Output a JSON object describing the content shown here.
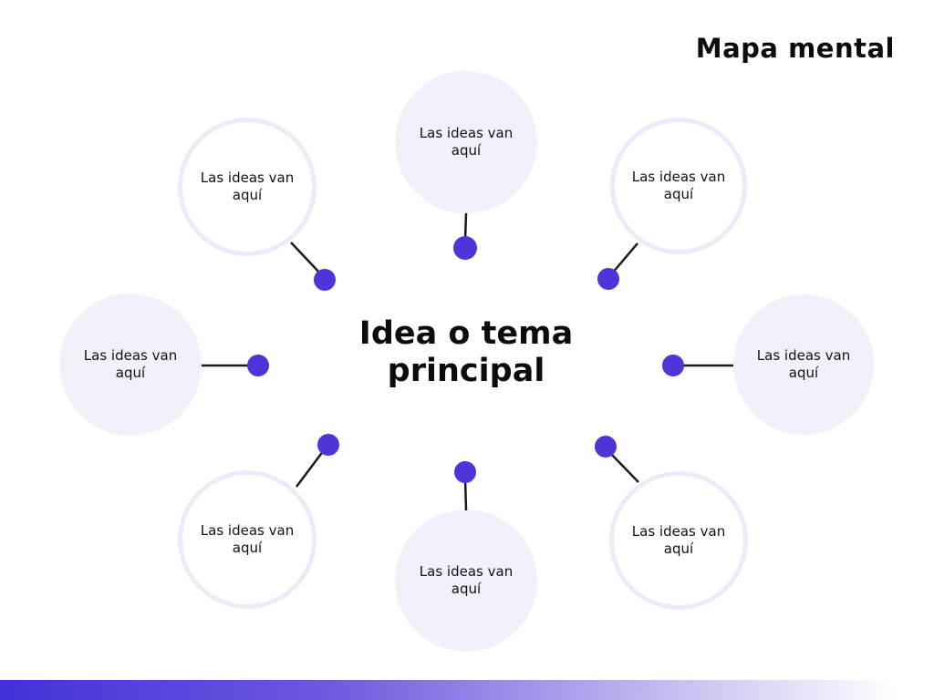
{
  "header": {
    "title": "Mapa mental"
  },
  "center": {
    "title": "Idea o tema principal"
  },
  "nodes": [
    {
      "id": "top",
      "label": "Las ideas van aquí",
      "style": "filled"
    },
    {
      "id": "top-left",
      "label": "Las ideas van aquí",
      "style": "outlined"
    },
    {
      "id": "top-right",
      "label": "Las ideas van aquí",
      "style": "outlined"
    },
    {
      "id": "left",
      "label": "Las ideas van aquí",
      "style": "filled"
    },
    {
      "id": "right",
      "label": "Las ideas van aquí",
      "style": "filled"
    },
    {
      "id": "bottom-left",
      "label": "Las ideas van aquí",
      "style": "outlined"
    },
    {
      "id": "bottom-right",
      "label": "Las ideas van aquí",
      "style": "outlined"
    },
    {
      "id": "bottom",
      "label": "Las ideas van aquí",
      "style": "filled"
    }
  ],
  "colors": {
    "accent_dot": "#4c36d9",
    "connector_line": "#1a1a1a",
    "node_fill": "#f0f1fa",
    "node_outline_border": "#eaecfa",
    "text": "#111111",
    "gradient_start": "#4431d7",
    "gradient_end": "#ffffff"
  }
}
